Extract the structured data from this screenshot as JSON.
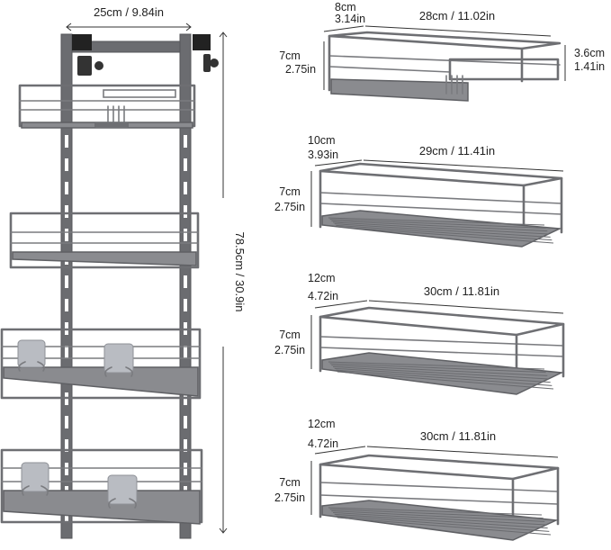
{
  "main_rack": {
    "width_label": "25cm / 9.84in",
    "height_label": "78.5cm / 30.9in"
  },
  "baskets": [
    {
      "depth_cm": "8cm",
      "depth_in": "3.14in",
      "length_label": "28cm / 11.02in",
      "height_cm": "7cm",
      "height_in": "2.75in",
      "inner_height_cm": "3.6cm",
      "inner_height_in": "1.41in"
    },
    {
      "depth_cm": "10cm",
      "depth_in": "3.93in",
      "length_label": "29cm / 11.41in",
      "height_cm": "7cm",
      "height_in": "2.75in"
    },
    {
      "depth_cm": "12cm",
      "depth_in": "4.72in",
      "length_label": "30cm / 11.81in",
      "height_cm": "7cm",
      "height_in": "2.75in"
    },
    {
      "depth_cm": "12cm",
      "depth_in": "4.72in",
      "length_label": "30cm / 11.81in",
      "height_cm": "7cm",
      "height_in": "2.75in"
    }
  ],
  "colors": {
    "metal": "#6e6f73",
    "floor": "#8a8b8f",
    "hook": "#b9bcc2"
  }
}
